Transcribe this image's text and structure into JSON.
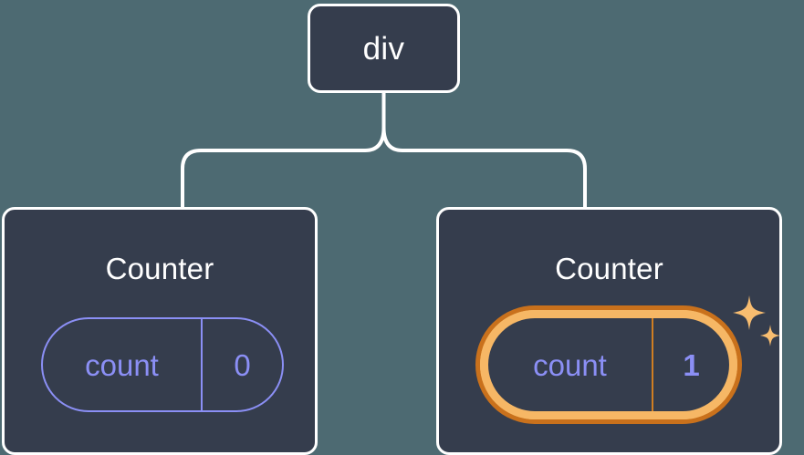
{
  "diagram": {
    "type": "component-tree",
    "background_color": "#4d6a72",
    "node_fill": "#353d4d",
    "node_border": "#ffffff",
    "accent_purple": "#8b8ff5",
    "highlight_orange_outer": "#c9711c",
    "highlight_orange_inner": "#f6b765",
    "root": {
      "label": "div"
    },
    "children": [
      {
        "title": "Counter",
        "state": {
          "key": "count",
          "value": "0"
        },
        "highlighted": false
      },
      {
        "title": "Counter",
        "state": {
          "key": "count",
          "value": "1"
        },
        "highlighted": true,
        "sparkle_icons": [
          "sparkle-large",
          "sparkle-small"
        ]
      }
    ]
  }
}
